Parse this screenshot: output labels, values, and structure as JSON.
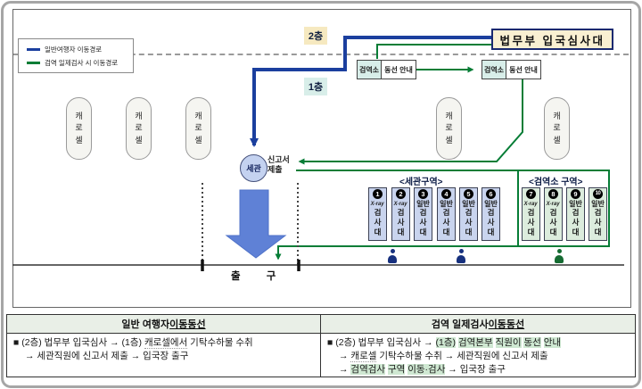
{
  "legend": {
    "items": [
      {
        "label": "일반여행자 이동경로",
        "color": "#1b3f9e"
      },
      {
        "label": "검역 일제검사 시 이동경로",
        "color": "#067d36"
      }
    ]
  },
  "floors": {
    "second": "2층",
    "first": "1층"
  },
  "immigration_box": {
    "label": "법무부 입국심사대"
  },
  "guide_boxes": [
    {
      "station": "검역소",
      "guide": "동선 안내"
    },
    {
      "station": "검역소",
      "guide": "동선 안내"
    }
  ],
  "carousels": [
    "캐로셀",
    "캐로셀",
    "캐로셀",
    "캐로셀",
    "캐로셀"
  ],
  "customs_circle": {
    "label": "세관"
  },
  "declaration": {
    "line1": "신고서",
    "line2": "제출"
  },
  "zones": {
    "customs": {
      "label": "<세관구역>",
      "suffix": "검사대",
      "boxes": [
        {
          "num": "1",
          "type": "X-ray"
        },
        {
          "num": "2",
          "type": "X-ray"
        },
        {
          "num": "3",
          "type": "일반"
        },
        {
          "num": "4",
          "type": "일반"
        },
        {
          "num": "5",
          "type": "일반"
        },
        {
          "num": "6",
          "type": "일반"
        }
      ]
    },
    "quarantine": {
      "label": "<검역소 구역>",
      "suffix": "검사대",
      "boxes": [
        {
          "num": "7",
          "type": "X-ray"
        },
        {
          "num": "8",
          "type": "X-ray"
        },
        {
          "num": "9",
          "type": "일반"
        },
        {
          "num": "10",
          "type": "일반"
        }
      ]
    }
  },
  "exit": {
    "label": "출 구"
  },
  "table": {
    "columns": [
      {
        "header": [
          {
            "t": "일반 여행자 "
          },
          {
            "t": "이동동선",
            "u": true
          }
        ],
        "lines": [
          [
            {
              "t": "■ (2층) 법무부 입국심사 → (1층) "
            },
            {
              "t": "캐로셀에서",
              "d": true
            },
            {
              "t": " 기탁수하물 수취"
            }
          ],
          [
            {
              "t": "→ 세관직원에 신고서 제출 → 입국장 출구"
            }
          ]
        ]
      },
      {
        "header": [
          {
            "t": "검역 일제검사 "
          },
          {
            "t": "이동동선",
            "u": true
          }
        ],
        "lines": [
          [
            {
              "t": "■ (2층) 법무부 입국심사 → "
            },
            {
              "t": "(1층)",
              "h": true
            },
            {
              "t": " "
            },
            {
              "t": "검역본부",
              "h": true
            },
            {
              "t": " "
            },
            {
              "t": "직원이",
              "h": true
            },
            {
              "t": " "
            },
            {
              "t": "동선",
              "h": true
            },
            {
              "t": " "
            },
            {
              "t": "안내",
              "h": true
            }
          ],
          [
            {
              "t": "→ "
            },
            {
              "t": "캐로셀",
              "d": true
            },
            {
              "t": " 기탁수하물 수취 → 세관직원에 신고서 제출"
            }
          ],
          [
            {
              "t": "→ "
            },
            {
              "t": "검역검사",
              "h": true
            },
            {
              "t": " "
            },
            {
              "t": "구역",
              "h": true
            },
            {
              "t": " "
            },
            {
              "t": "이동·검사",
              "h": true
            },
            {
              "t": " → 입국장 출구"
            }
          ]
        ]
      }
    ]
  },
  "colors": {
    "route_general": "#1b3f9e",
    "route_quarantine": "#067d36",
    "big_arrow": "#5f81d6",
    "highlight": "#cfe8d2",
    "customs_box_bg": "#c9d4ee",
    "quarantine_box_bg": "#dcecdd"
  }
}
